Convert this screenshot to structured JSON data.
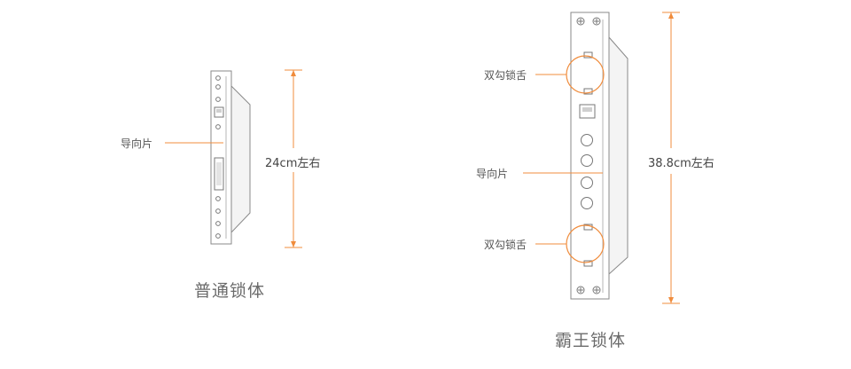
{
  "colors": {
    "accent": "#f08c3c",
    "outline": "#8a8a8a",
    "body_fill": "#f4f4f4",
    "text": "#555555"
  },
  "left_lock": {
    "label_guide": "导向片",
    "dimension": "24cm左右",
    "caption": "普通锁体"
  },
  "right_lock": {
    "label_top": "双勾锁舌",
    "label_guide": "导向片",
    "label_bottom": "双勾锁舌",
    "dimension": "38.8cm左右",
    "caption": "霸王锁体"
  }
}
